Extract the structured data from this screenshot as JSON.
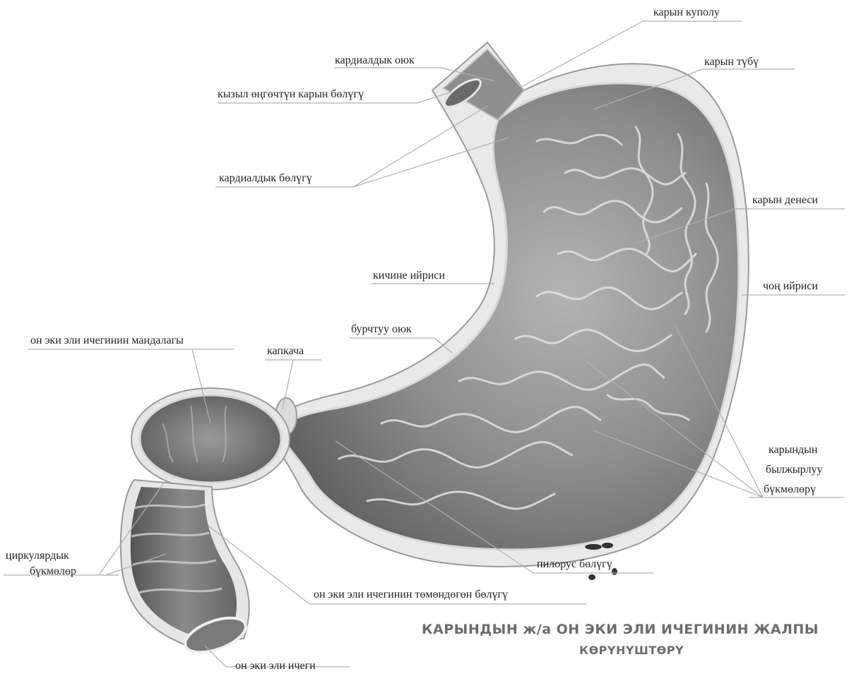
{
  "labels": {
    "fundus_dome": "карын куполу",
    "cardiac_notch": "кардиалдык оюк",
    "esophagus_abdominal": "кызыл өңгөчтүн карын бөлүгү",
    "fundus": "карын түбү",
    "cardiac_part": "кардиалдык бөлүгү",
    "stomach_body": "карын денеси",
    "lesser_curvature": "кичине ийриси",
    "greater_curvature": "чоң ийриси",
    "angular_notch": "бурчтуу оюк",
    "duodenal_bulb": "он эки эли ичегинин мандалагы",
    "pylorus_valve": "капкача",
    "mucosal_folds_1": "карындын",
    "mucosal_folds_2": "былжырлуу",
    "mucosal_folds_3": "бүкмөлөрү",
    "circular_folds_1": "циркулярдык",
    "circular_folds_2": "бүкмөлөр",
    "pyloric_part": "пилорус бөлүгү",
    "descending_duodenum": "он эки эли ичегинин төмөндөгөн бөлүгү",
    "duodenum": "он эки эли ичеги"
  },
  "title": {
    "line1": "КАРЫНДЫН ж/а ОН ЭКИ ЭЛИ ИЧЕГИНИН ЖАЛПЫ",
    "line2": "КӨРҮНҮШТӨРҮ"
  }
}
